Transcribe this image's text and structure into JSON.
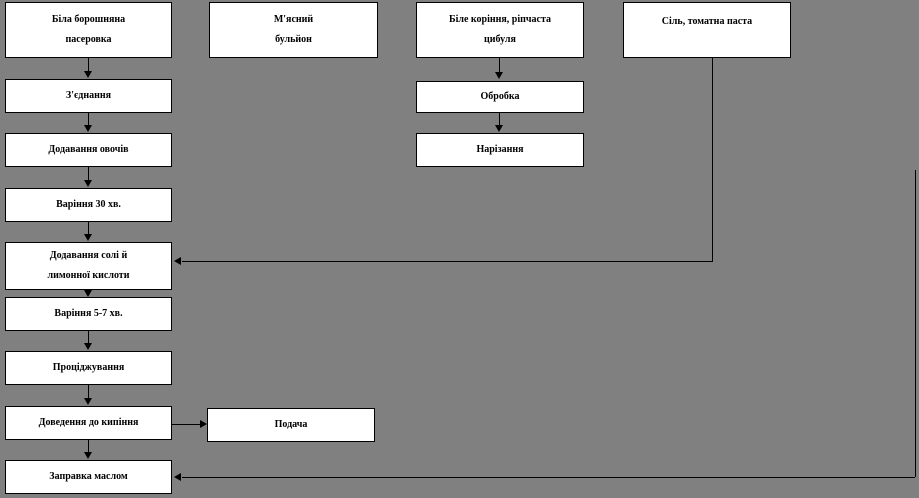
{
  "diagram": {
    "title": "Технологічна схема приготування соусу",
    "background_color": "#808080",
    "node_fill": "#ffffff",
    "node_border": "#000000",
    "connector_color": "#000000",
    "nodes": [
      {
        "id": "flour_roux",
        "lines": [
          "Біла борошняна",
          "пасеровка"
        ]
      },
      {
        "id": "meat_broth",
        "lines": [
          "М'ясний",
          "бульйон"
        ]
      },
      {
        "id": "roots_onion",
        "lines": [
          "Біле коріння, ріпчаста",
          "цибуля"
        ]
      },
      {
        "id": "salt_tomato",
        "lines": [
          "Сіль, томатна паста"
        ]
      },
      {
        "id": "combine",
        "lines": [
          "З'єднання"
        ]
      },
      {
        "id": "add_veg",
        "lines": [
          "Додавання овочів"
        ]
      },
      {
        "id": "boil30",
        "lines": [
          "Варіння 30 хв."
        ]
      },
      {
        "id": "add_salt_acid",
        "lines": [
          "Додавання солі й",
          "лимонної кислоти"
        ]
      },
      {
        "id": "boil57",
        "lines": [
          "Варіння 5-7 хв."
        ]
      },
      {
        "id": "strain",
        "lines": [
          "Проціджування"
        ]
      },
      {
        "id": "bring_to_boil",
        "lines": [
          "Доведення до кипіння"
        ]
      },
      {
        "id": "butter",
        "lines": [
          "Заправка маслом"
        ]
      },
      {
        "id": "serve",
        "lines": [
          "Подача"
        ]
      },
      {
        "id": "processing",
        "lines": [
          "Обробка"
        ]
      },
      {
        "id": "slicing",
        "lines": [
          "Нарізання"
        ]
      }
    ],
    "edges": [
      {
        "id": "e1",
        "from": "flour_roux",
        "to": "combine",
        "direction": "down"
      },
      {
        "id": "e2",
        "from": "combine",
        "to": "add_veg",
        "direction": "down"
      },
      {
        "id": "e3",
        "from": "add_veg",
        "to": "boil30",
        "direction": "down"
      },
      {
        "id": "e4",
        "from": "boil30",
        "to": "add_salt_acid",
        "direction": "down"
      },
      {
        "id": "e5",
        "from": "add_salt_acid",
        "to": "boil57",
        "direction": "down"
      },
      {
        "id": "e6",
        "from": "boil57",
        "to": "strain",
        "direction": "down"
      },
      {
        "id": "e7",
        "from": "strain",
        "to": "bring_to_boil",
        "direction": "down"
      },
      {
        "id": "e8",
        "from": "bring_to_boil",
        "to": "butter",
        "direction": "down"
      },
      {
        "id": "e9",
        "from": "bring_to_boil",
        "to": "serve",
        "direction": "right"
      },
      {
        "id": "e10",
        "from": "roots_onion",
        "to": "processing",
        "direction": "down"
      },
      {
        "id": "e11",
        "from": "processing",
        "to": "slicing",
        "direction": "down"
      },
      {
        "id": "e12",
        "from": "salt_tomato",
        "to": "add_salt_acid",
        "direction": "elbow-left"
      },
      {
        "id": "e13",
        "from": "right-edge",
        "to": "butter",
        "direction": "elbow-left"
      }
    ]
  }
}
